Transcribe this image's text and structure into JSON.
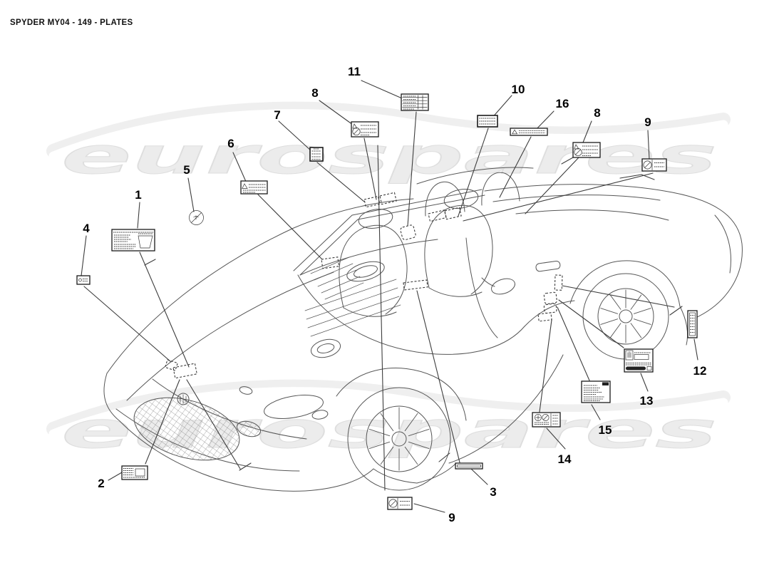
{
  "title": "SPYDER MY04 - 149 - PLATES",
  "watermark": {
    "text": "eurospares"
  },
  "callouts": [
    {
      "label": "1",
      "plate_icon": "ec-homologation-plate-icon"
    },
    {
      "label": "2",
      "plate_icon": "identification-plate-icon"
    },
    {
      "label": "3",
      "plate_icon": "blank-strip-plate-icon"
    },
    {
      "label": "4",
      "plate_icon": "mini-label-plate-icon"
    },
    {
      "label": "5",
      "plate_icon": "prohibition-roundel-icon"
    },
    {
      "label": "6",
      "plate_icon": "warning-triangle-text-plate-icon"
    },
    {
      "label": "7",
      "plate_icon": "dense-text-plate-icon"
    },
    {
      "label": "8",
      "plate_icon": "prohibition-text-plate-icon"
    },
    {
      "label": "8",
      "plate_icon": "prohibition-text-plate-icon"
    },
    {
      "label": "9",
      "plate_icon": "prohibition-panel-plate-icon"
    },
    {
      "label": "9",
      "plate_icon": "prohibition-panel-plate-icon"
    },
    {
      "label": "10",
      "plate_icon": "small-text-plate-icon"
    },
    {
      "label": "11",
      "plate_icon": "tyre-pressure-table-plate-icon"
    },
    {
      "label": "12",
      "plate_icon": "vertical-strip-plate-icon"
    },
    {
      "label": "13",
      "plate_icon": "maserati-data-plate-icon"
    },
    {
      "label": "14",
      "plate_icon": "fuel-data-plate-icon"
    },
    {
      "label": "15",
      "plate_icon": "text-block-plate-icon"
    },
    {
      "label": "16",
      "plate_icon": "warning-strip-plate-icon"
    }
  ],
  "colors": {
    "background": "#ffffff",
    "line_art": "#565656",
    "callout_text": "#000000",
    "watermark": "#ececec"
  }
}
